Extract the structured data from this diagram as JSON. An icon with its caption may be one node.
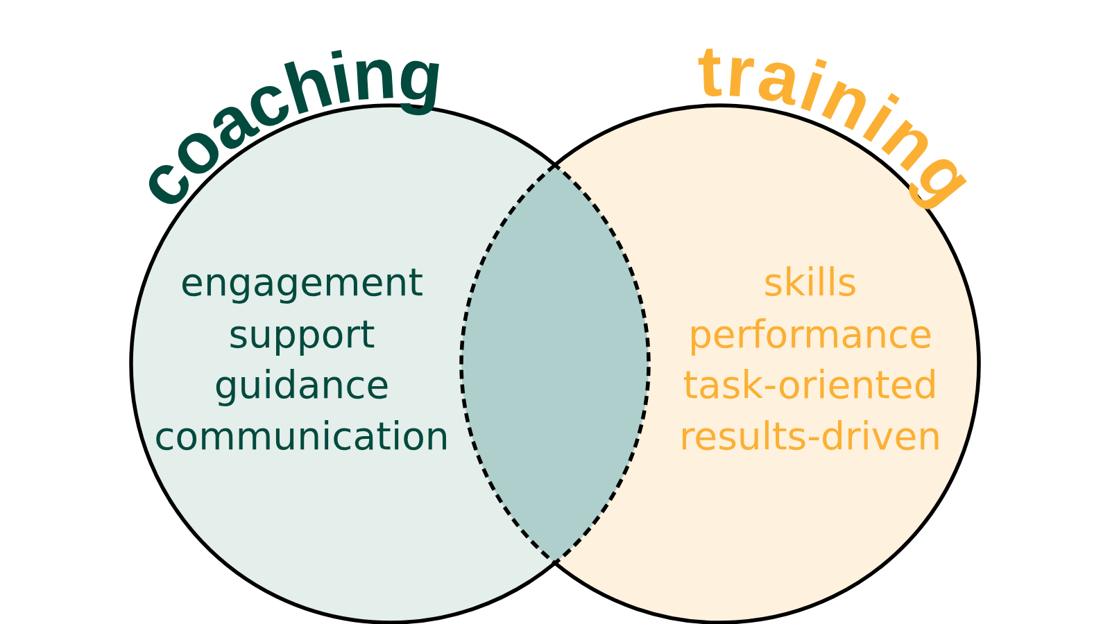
{
  "diagram": {
    "nodes": [
      {
        "text": [
          "coaching",
          "engagement",
          "support",
          "guidance",
          "communication"
        ]
      },
      {
        "text": [],
        "shape": "lens"
      },
      {
        "text": [
          "training",
          "skills",
          "performance",
          "task-oriented",
          "results-driven"
        ]
      }
    ]
  }
}
